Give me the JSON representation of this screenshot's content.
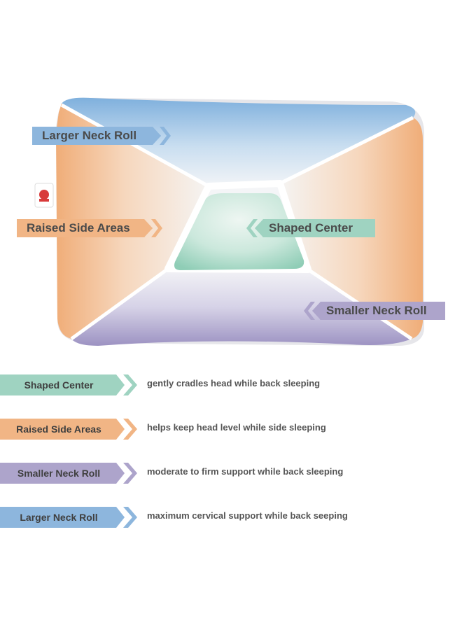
{
  "colors": {
    "blue": "#8db6dd",
    "orange": "#f1b585",
    "green": "#9fd3c1",
    "purple": "#ada4cb",
    "pillow": "#f4f4f6"
  },
  "callouts": {
    "larger_neck_roll": "Larger Neck Roll",
    "raised_side_areas": "Raised Side Areas",
    "shaped_center": "Shaped Center",
    "smaller_neck_roll": "Smaller Neck Roll"
  },
  "legend": [
    {
      "label": "Shaped Center",
      "description": "gently cradles head while back sleeping",
      "color": "#9fd3c1"
    },
    {
      "label": "Raised Side Areas",
      "description": "helps keep head level while side sleeping",
      "color": "#f1b585"
    },
    {
      "label": "Smaller Neck Roll",
      "description": "moderate to firm support while back sleeping",
      "color": "#ada4cb"
    },
    {
      "label": "Larger Neck Roll",
      "description": "maximum cervical support while back seeping",
      "color": "#8db6dd"
    }
  ]
}
